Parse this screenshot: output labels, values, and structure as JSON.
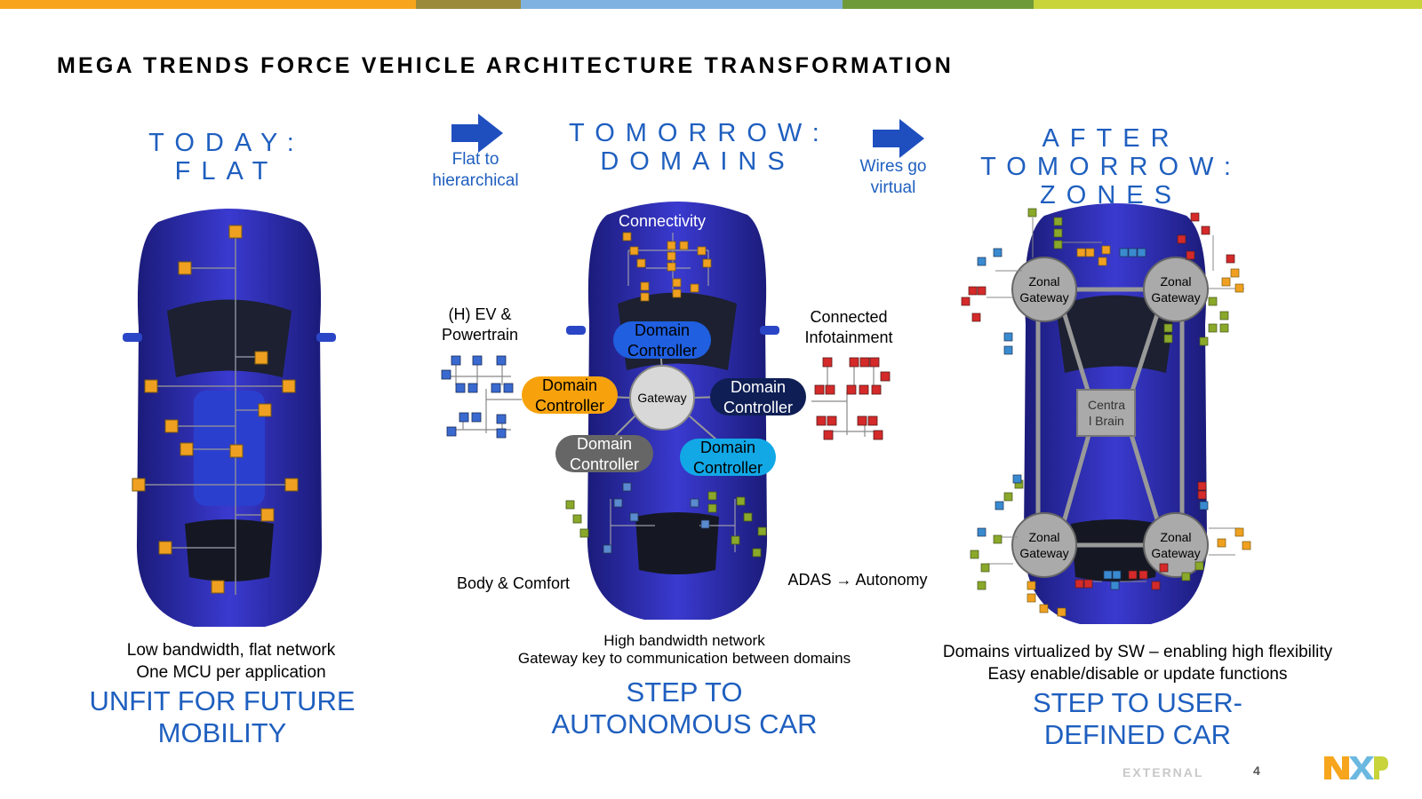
{
  "colors": {
    "accent_blue": "#1f5fbf",
    "car_blue": "#2f2fae",
    "ecu_orange": "#f0a020",
    "zone_gray": "#9a9a9a",
    "topbar": [
      "#f7a51c",
      "#9a8a3a",
      "#7fb2df",
      "#6f9a3a",
      "#c8d43a"
    ]
  },
  "title": "MEGA TRENDS FORCE VEHICLE ARCHITECTURE TRANSFORMATION",
  "today": {
    "heading_line1": "TODAY:",
    "heading_line2": "FLAT",
    "desc_line1": "Low bandwidth, flat network",
    "desc_line2": "One MCU per application",
    "verdict_line1": "UNFIT FOR FUTURE",
    "verdict_line2": "MOBILITY"
  },
  "arrow1": {
    "line1": "Flat to",
    "line2": "hierarchical",
    "icon": "arrow-right-icon"
  },
  "tomorrow": {
    "heading_line1": "TOMORROW:",
    "heading_line2": "DOMAINS",
    "connectivity": "Connectivity",
    "ev_line1": "(H) EV &",
    "ev_line2": "Powertrain",
    "infotainment_line1": "Connected",
    "infotainment_line2": "Infotainment",
    "body_comfort": "Body & Comfort",
    "adas": "ADAS → Autonomy",
    "gateway": "Gateway",
    "domain_controller_1": "Domain",
    "domain_controller_2": "Controller",
    "desc_line1": "High bandwidth network",
    "desc_line2": "Gateway key to communication between domains",
    "verdict_line1": "STEP TO",
    "verdict_line2": "AUTONOMOUS CAR"
  },
  "arrow2": {
    "line1": "Wires go",
    "line2": "virtual",
    "icon": "arrow-right-icon"
  },
  "after": {
    "heading_line1": "AFTER TOMORROW:",
    "heading_line2": "ZONES",
    "zonal_1": "Zonal",
    "zonal_2": "Gateway",
    "central_1": "Centra",
    "central_2": "l Brain",
    "desc_line1": "Domains virtualized by SW – enabling high flexibility",
    "desc_line2": "Easy enable/disable or update functions",
    "verdict_line1": "STEP TO USER-",
    "verdict_line2": "DEFINED CAR"
  },
  "footer": {
    "classification": "EXTERNAL",
    "page_number": "4",
    "logo_text": "NXP"
  }
}
